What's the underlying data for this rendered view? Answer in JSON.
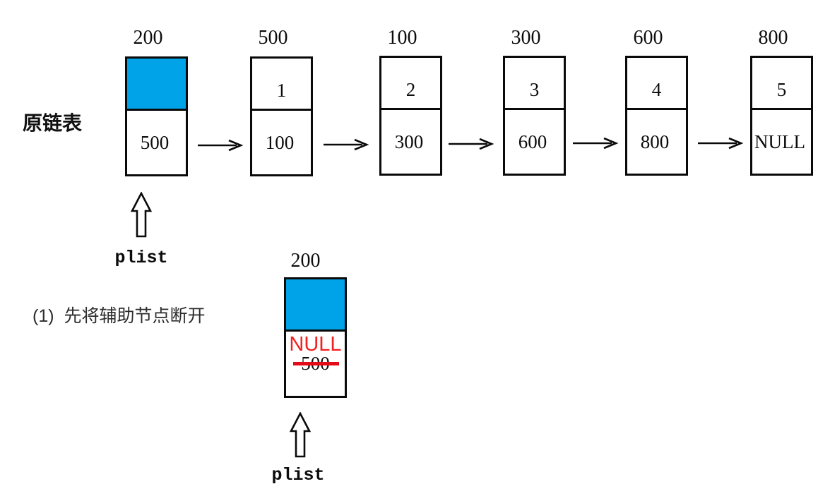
{
  "diagram": {
    "row_label": "原链表",
    "step_caption": "(1)  先将辅助节点断开",
    "pointer1_label": "plist",
    "pointer2_label": "plist",
    "colors": {
      "node_fill": "#00A2E8",
      "null_red": "#F41F1F",
      "strike_red": "#E30B18",
      "line_black": "#0A0A0A"
    },
    "nodes": [
      {
        "address": "200",
        "data": "",
        "next": "500",
        "filled": true
      },
      {
        "address": "500",
        "data": "1",
        "next": "100",
        "filled": false
      },
      {
        "address": "100",
        "data": "2",
        "next": "300",
        "filled": false
      },
      {
        "address": "300",
        "data": "3",
        "next": "600",
        "filled": false
      },
      {
        "address": "600",
        "data": "4",
        "next": "800",
        "filled": false
      },
      {
        "address": "800",
        "data": "5",
        "next": "NULL",
        "filled": false
      }
    ],
    "step_node": {
      "address": "200",
      "new_next": "NULL",
      "old_next": "500",
      "filled": true
    }
  }
}
